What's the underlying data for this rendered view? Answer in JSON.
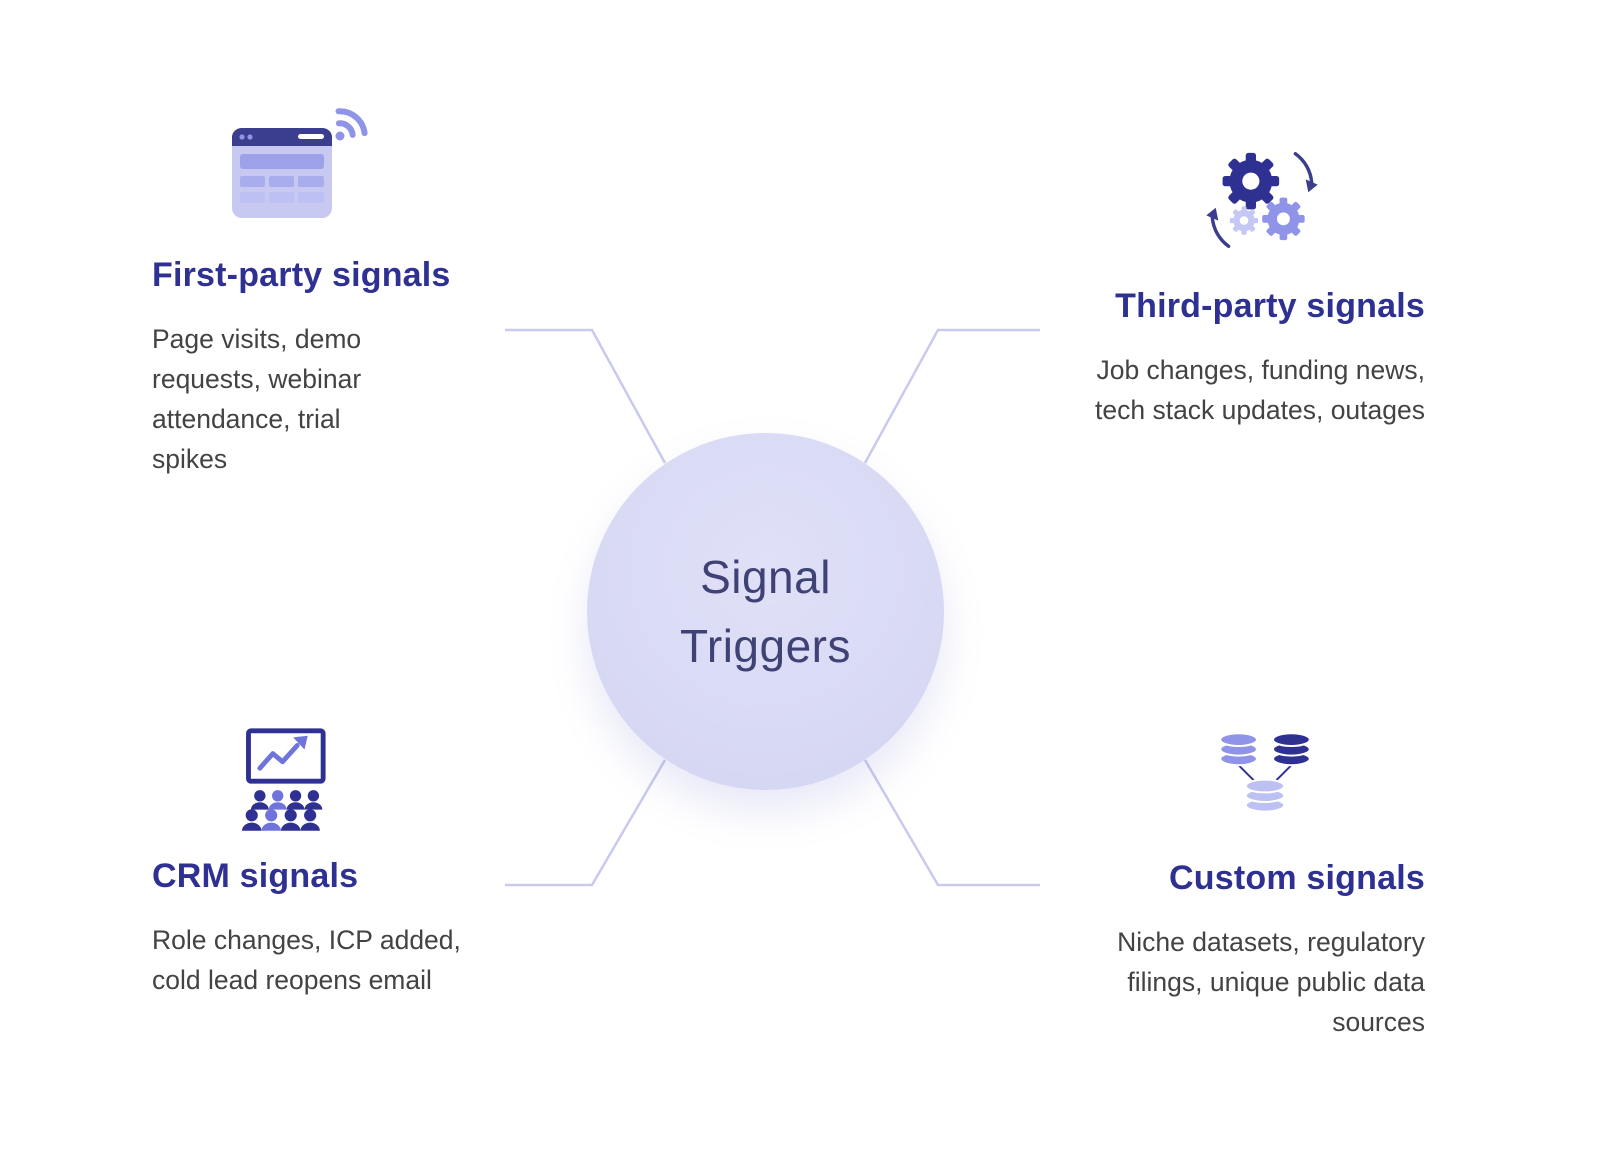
{
  "center": {
    "line1": "Signal",
    "line2": "Triggers"
  },
  "quadrants": {
    "first_party": {
      "title": "First-party signals",
      "description": "Page visits, demo\nrequests, webinar\nattendance, trial\nspikes",
      "icon": "browser-wifi-icon"
    },
    "third_party": {
      "title": "Third-party signals",
      "description": "Job changes, funding news,\ntech stack updates, outages",
      "icon": "gears-icon"
    },
    "crm": {
      "title": "CRM signals",
      "description": "Role changes, ICP added,\ncold lead reopens email",
      "icon": "presentation-audience-icon"
    },
    "custom": {
      "title": "Custom signals",
      "description": "Niche datasets, regulatory\nfilings, unique public data\nsources",
      "icon": "database-icon"
    }
  },
  "colors": {
    "heading": "#2e3192",
    "body_text": "#434343",
    "circle_fill": "#d7d8f3",
    "circle_text": "#3f4274",
    "connector": "#c9caee",
    "icon_dark": "#2e3192",
    "icon_medium": "#8f94e8",
    "icon_light": "#c7c9f1"
  }
}
